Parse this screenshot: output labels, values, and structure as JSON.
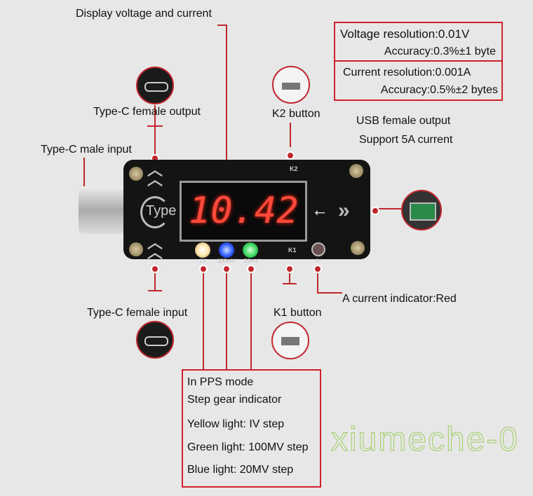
{
  "labels": {
    "display": "Display voltage and current",
    "typec_female_output": "Type-C female output",
    "k2_button": "K2 button",
    "usb_female_output": "USB female output",
    "support_current": "Support 5A current",
    "typec_male_input": "Type-C male input",
    "typec_female_input": "Type-C female input",
    "k1_button": "K1 button",
    "a_indicator": "A current indicator:Red"
  },
  "specs": {
    "voltage_resolution": "Voltage resolution:0.01V",
    "voltage_accuracy": "Accuracy:0.3%±1 byte",
    "current_resolution": "Current resolution:0.001A",
    "current_accuracy": "Accuracy:0.5%±2  bytes"
  },
  "pps": {
    "line1": "In PPS mode",
    "line2": "Step gear indicator",
    "yellow": "Yellow light: IV step",
    "green": "Green light: 100MV step",
    "blue": "Blue light: 20MV step"
  },
  "device": {
    "reading": "10.42",
    "logo": "Type",
    "k2": "K2",
    "k1": "K1",
    "led_labels": [
      "1V",
      "100mV",
      "20mV"
    ],
    "a_label": "A"
  },
  "watermark": "xiumeche-0",
  "colors": {
    "accent": "#d2202a",
    "background": "#e7e7e7",
    "digits": "#ff4a3a",
    "led_yellow": "#ffe8b0",
    "led_blue": "#2f5bff",
    "led_green": "#3cd860"
  }
}
